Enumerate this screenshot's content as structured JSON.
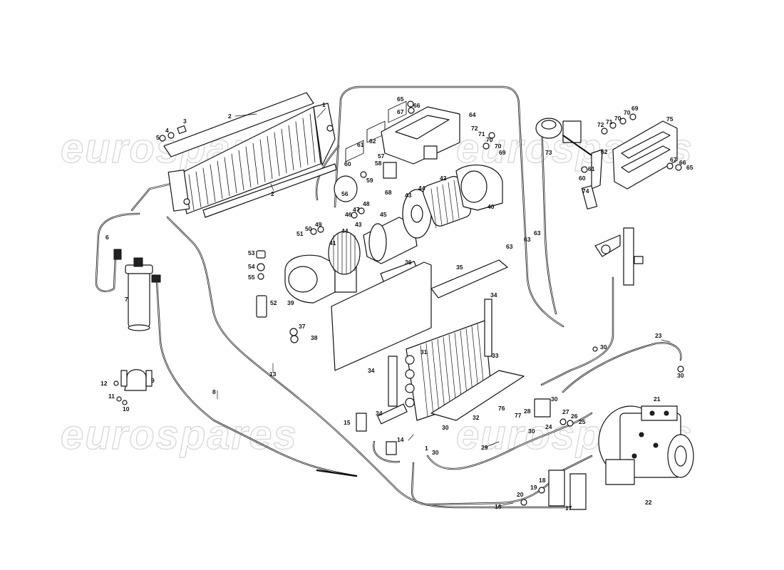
{
  "watermark": {
    "text": "eurospares",
    "positions": [
      "top-left",
      "top-right",
      "bottom-left",
      "bottom-right"
    ]
  },
  "callouts": [
    {
      "id": "1a",
      "text": "1"
    },
    {
      "id": "1b",
      "text": "1"
    },
    {
      "id": "2a",
      "text": "2"
    },
    {
      "id": "2b",
      "text": "2"
    },
    {
      "id": "3",
      "text": "3"
    },
    {
      "id": "4",
      "text": "4"
    },
    {
      "id": "5",
      "text": "5"
    },
    {
      "id": "6",
      "text": "6"
    },
    {
      "id": "7",
      "text": "7"
    },
    {
      "id": "8",
      "text": "8"
    },
    {
      "id": "9",
      "text": "9"
    },
    {
      "id": "10",
      "text": "10"
    },
    {
      "id": "11",
      "text": "11"
    },
    {
      "id": "12",
      "text": "12"
    },
    {
      "id": "13",
      "text": "13"
    },
    {
      "id": "14",
      "text": "14"
    },
    {
      "id": "15",
      "text": "15"
    },
    {
      "id": "16",
      "text": "16"
    },
    {
      "id": "17",
      "text": "17"
    },
    {
      "id": "18",
      "text": "18"
    },
    {
      "id": "19",
      "text": "19"
    },
    {
      "id": "20",
      "text": "20"
    },
    {
      "id": "21",
      "text": "21"
    },
    {
      "id": "22",
      "text": "22"
    },
    {
      "id": "23",
      "text": "23"
    },
    {
      "id": "24",
      "text": "24"
    },
    {
      "id": "25",
      "text": "25"
    },
    {
      "id": "26",
      "text": "26"
    },
    {
      "id": "27",
      "text": "27"
    },
    {
      "id": "28",
      "text": "28"
    },
    {
      "id": "29",
      "text": "29"
    },
    {
      "id": "30a",
      "text": "30"
    },
    {
      "id": "30b",
      "text": "30"
    },
    {
      "id": "30c",
      "text": "30"
    },
    {
      "id": "30d",
      "text": "30"
    },
    {
      "id": "30e",
      "text": "30"
    },
    {
      "id": "30f",
      "text": "30"
    },
    {
      "id": "31",
      "text": "31"
    },
    {
      "id": "32",
      "text": "32"
    },
    {
      "id": "33",
      "text": "33"
    },
    {
      "id": "34a",
      "text": "34"
    },
    {
      "id": "34b",
      "text": "34"
    },
    {
      "id": "34c",
      "text": "34"
    },
    {
      "id": "35",
      "text": "35"
    },
    {
      "id": "36",
      "text": "36"
    },
    {
      "id": "37",
      "text": "37"
    },
    {
      "id": "38",
      "text": "38"
    },
    {
      "id": "39",
      "text": "39"
    },
    {
      "id": "40",
      "text": "40"
    },
    {
      "id": "41",
      "text": "41"
    },
    {
      "id": "42",
      "text": "42"
    },
    {
      "id": "43a",
      "text": "43"
    },
    {
      "id": "43b",
      "text": "43"
    },
    {
      "id": "44a",
      "text": "44"
    },
    {
      "id": "44b",
      "text": "44"
    },
    {
      "id": "45",
      "text": "45"
    },
    {
      "id": "46",
      "text": "46"
    },
    {
      "id": "47",
      "text": "47"
    },
    {
      "id": "48",
      "text": "48"
    },
    {
      "id": "49",
      "text": "49"
    },
    {
      "id": "50",
      "text": "50"
    },
    {
      "id": "51",
      "text": "51"
    },
    {
      "id": "52",
      "text": "52"
    },
    {
      "id": "53",
      "text": "53"
    },
    {
      "id": "54",
      "text": "54"
    },
    {
      "id": "55",
      "text": "55"
    },
    {
      "id": "56",
      "text": "56"
    },
    {
      "id": "57",
      "text": "57"
    },
    {
      "id": "58",
      "text": "58"
    },
    {
      "id": "59",
      "text": "59"
    },
    {
      "id": "60a",
      "text": "60"
    },
    {
      "id": "60b",
      "text": "60"
    },
    {
      "id": "61a",
      "text": "61"
    },
    {
      "id": "61b",
      "text": "61"
    },
    {
      "id": "62a",
      "text": "62"
    },
    {
      "id": "62b",
      "text": "62"
    },
    {
      "id": "63a",
      "text": "63"
    },
    {
      "id": "63b",
      "text": "63"
    },
    {
      "id": "63c",
      "text": "63"
    },
    {
      "id": "64",
      "text": "64"
    },
    {
      "id": "65a",
      "text": "65"
    },
    {
      "id": "65b",
      "text": "65"
    },
    {
      "id": "66a",
      "text": "66"
    },
    {
      "id": "66b",
      "text": "66"
    },
    {
      "id": "67a",
      "text": "67"
    },
    {
      "id": "67b",
      "text": "67"
    },
    {
      "id": "68",
      "text": "68"
    },
    {
      "id": "69a",
      "text": "69"
    },
    {
      "id": "69b",
      "text": "69"
    },
    {
      "id": "70a",
      "text": "70"
    },
    {
      "id": "70b",
      "text": "70"
    },
    {
      "id": "70c",
      "text": "70"
    },
    {
      "id": "70d",
      "text": "70"
    },
    {
      "id": "71a",
      "text": "71"
    },
    {
      "id": "71b",
      "text": "71"
    },
    {
      "id": "72a",
      "text": "72"
    },
    {
      "id": "72b",
      "text": "72"
    },
    {
      "id": "73",
      "text": "73"
    },
    {
      "id": "74",
      "text": "74"
    },
    {
      "id": "75",
      "text": "75"
    },
    {
      "id": "76",
      "text": "76"
    },
    {
      "id": "77",
      "text": "77"
    }
  ]
}
